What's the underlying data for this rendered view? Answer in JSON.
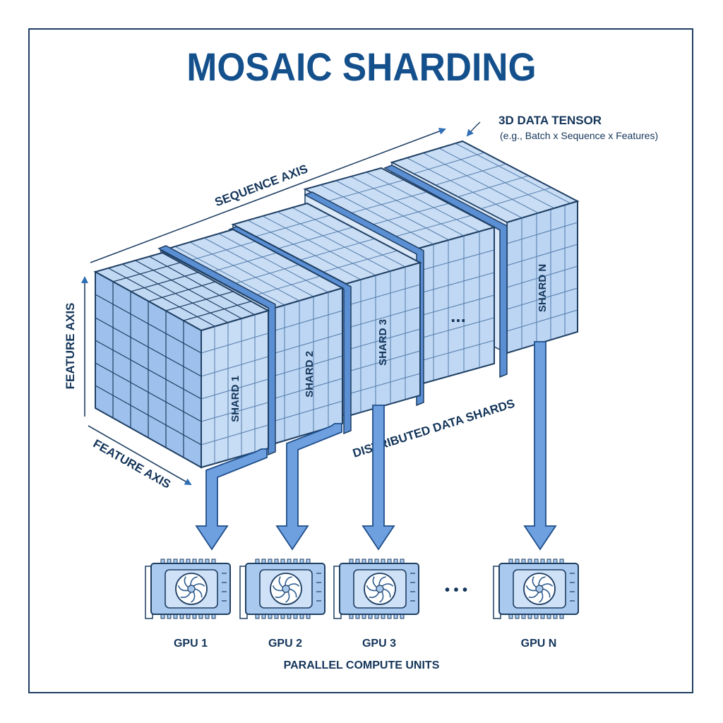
{
  "title": "MOSAIC SHARDING",
  "tensor": {
    "label": "3D DATA TENSOR",
    "sublabel": "(e.g., Batch x Sequence x Features)"
  },
  "axes": {
    "sequence": "SEQUENCE AXIS",
    "feature_vertical": "FEATURE AXIS",
    "feature_depth": "FEATURE AXIS"
  },
  "shards": [
    "SHARD 1",
    "SHARD 2",
    "SHARD 3",
    "SHARD N"
  ],
  "ellipsis": "...",
  "distributed_label": "DISTRIBUTED DATA SHARDS",
  "gpus": [
    "GPU 1",
    "GPU 2",
    "GPU 3",
    "GPU N"
  ],
  "gpu_ellipsis": "• • •",
  "footer": "PARALLEL COMPUTE UNITS",
  "colors": {
    "title": "#14508c",
    "outline": "#1f3f63",
    "cube_fill": "#a9c9ef",
    "cube_side": "#c9ddf5",
    "grid": "#2f5f94",
    "separator": "#5b8fd4",
    "arrow": "#6ea0e0"
  }
}
